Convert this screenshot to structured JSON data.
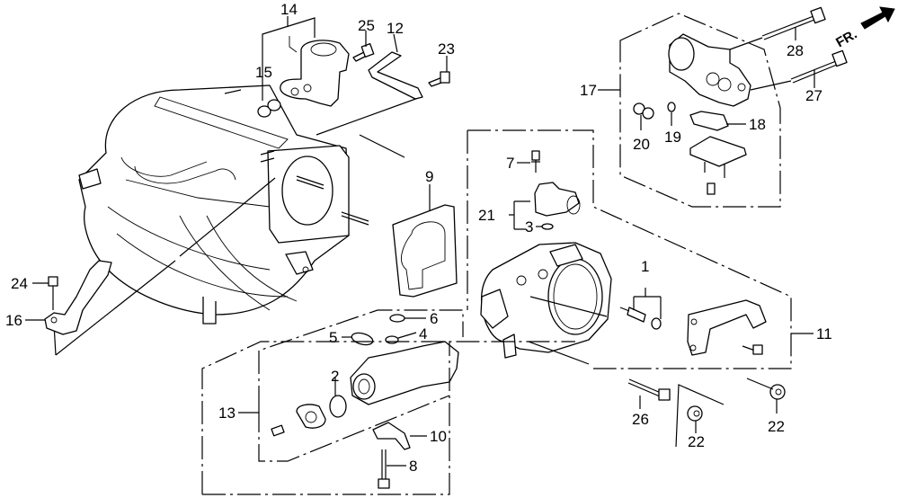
{
  "diagram": {
    "title": "Throttle Body / Intake Manifold Parts Diagram",
    "direction_marker": {
      "label": "FR.",
      "icon": "arrow-up-right-icon"
    },
    "callouts": [
      {
        "id": "c1",
        "label": "1"
      },
      {
        "id": "c2",
        "label": "2"
      },
      {
        "id": "c3",
        "label": "3"
      },
      {
        "id": "c4",
        "label": "4"
      },
      {
        "id": "c5",
        "label": "5"
      },
      {
        "id": "c6",
        "label": "6"
      },
      {
        "id": "c7",
        "label": "7"
      },
      {
        "id": "c8",
        "label": "8"
      },
      {
        "id": "c9",
        "label": "9"
      },
      {
        "id": "c10",
        "label": "10"
      },
      {
        "id": "c11",
        "label": "11"
      },
      {
        "id": "c12",
        "label": "12"
      },
      {
        "id": "c13",
        "label": "13"
      },
      {
        "id": "c14",
        "label": "14"
      },
      {
        "id": "c15",
        "label": "15"
      },
      {
        "id": "c16",
        "label": "16"
      },
      {
        "id": "c17",
        "label": "17"
      },
      {
        "id": "c18",
        "label": "18"
      },
      {
        "id": "c19",
        "label": "19"
      },
      {
        "id": "c20",
        "label": "20"
      },
      {
        "id": "c21",
        "label": "21"
      },
      {
        "id": "c22a",
        "label": "22"
      },
      {
        "id": "c22b",
        "label": "22"
      },
      {
        "id": "c23",
        "label": "23"
      },
      {
        "id": "c24",
        "label": "24"
      },
      {
        "id": "c25",
        "label": "25"
      },
      {
        "id": "c26",
        "label": "26"
      },
      {
        "id": "c27",
        "label": "27"
      },
      {
        "id": "c28",
        "label": "28"
      }
    ],
    "parts": [
      {
        "name": "intake-manifold"
      },
      {
        "name": "throttle-body"
      },
      {
        "name": "gasket-throttle-body",
        "callout": "9"
      },
      {
        "name": "fast-idle-valve-assembly",
        "callout": "14"
      },
      {
        "name": "iacv-assembly",
        "callout": "17"
      },
      {
        "name": "eacv-assembly",
        "callout": "13"
      },
      {
        "name": "tps-sensor",
        "callout": "21"
      },
      {
        "name": "bracket-throttle",
        "callout": "11"
      },
      {
        "name": "bracket-harness",
        "callout": "16"
      },
      {
        "name": "stay",
        "callout": "12"
      }
    ]
  }
}
